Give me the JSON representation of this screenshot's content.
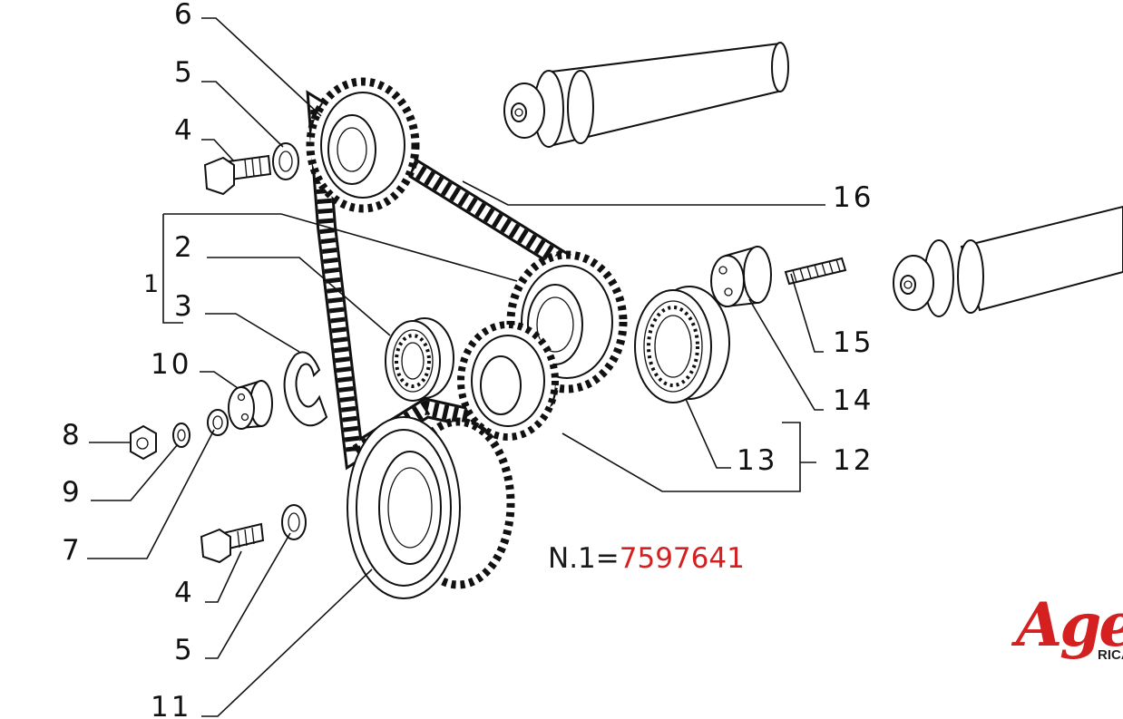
{
  "callouts": {
    "c1": "1",
    "c2": "2",
    "c3": "3",
    "c4_top": "4",
    "c4_bottom": "4",
    "c5_top": "5",
    "c5_bottom": "5",
    "c6": "6",
    "c7": "7",
    "c8": "8",
    "c9": "9",
    "c10": "10",
    "c11": "11",
    "c12": "12",
    "c13": "13",
    "c14": "14",
    "c15": "15",
    "c16": "16"
  },
  "note": {
    "prefix": "N.1=",
    "code": "7597641"
  },
  "logo": {
    "mark": "Age",
    "sub": "RICA"
  },
  "colors": {
    "accent": "#d42020",
    "line": "#111111"
  }
}
